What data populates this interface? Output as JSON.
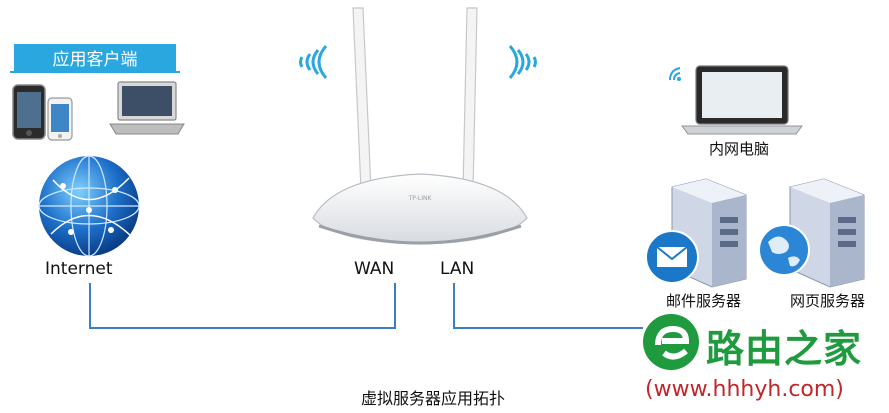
{
  "client_group": {
    "title": "应用客户端"
  },
  "internet": {
    "label": "Internet"
  },
  "router": {
    "wan_label": "WAN",
    "lan_label": "LAN",
    "brand": "TP-LINK"
  },
  "lan_devices": {
    "laptop_label": "内网电脑",
    "mail_server_label": "邮件服务器",
    "web_server_label": "网页服务器"
  },
  "caption": "虚拟服务器应用拓扑",
  "watermark": {
    "brand": "路由之家",
    "url": "(www.hhhyh.com)"
  },
  "colors": {
    "accent": "#2aa7df",
    "wire": "#3a7fc4",
    "brand_green": "#1f9a3e",
    "url_red": "#c0262b"
  },
  "icons": [
    "smartphone-icon",
    "tablet-icon",
    "laptop-icon",
    "globe-icon",
    "wifi-waves-icon",
    "router-icon",
    "server-icon",
    "mail-icon",
    "web-globe-icon"
  ]
}
